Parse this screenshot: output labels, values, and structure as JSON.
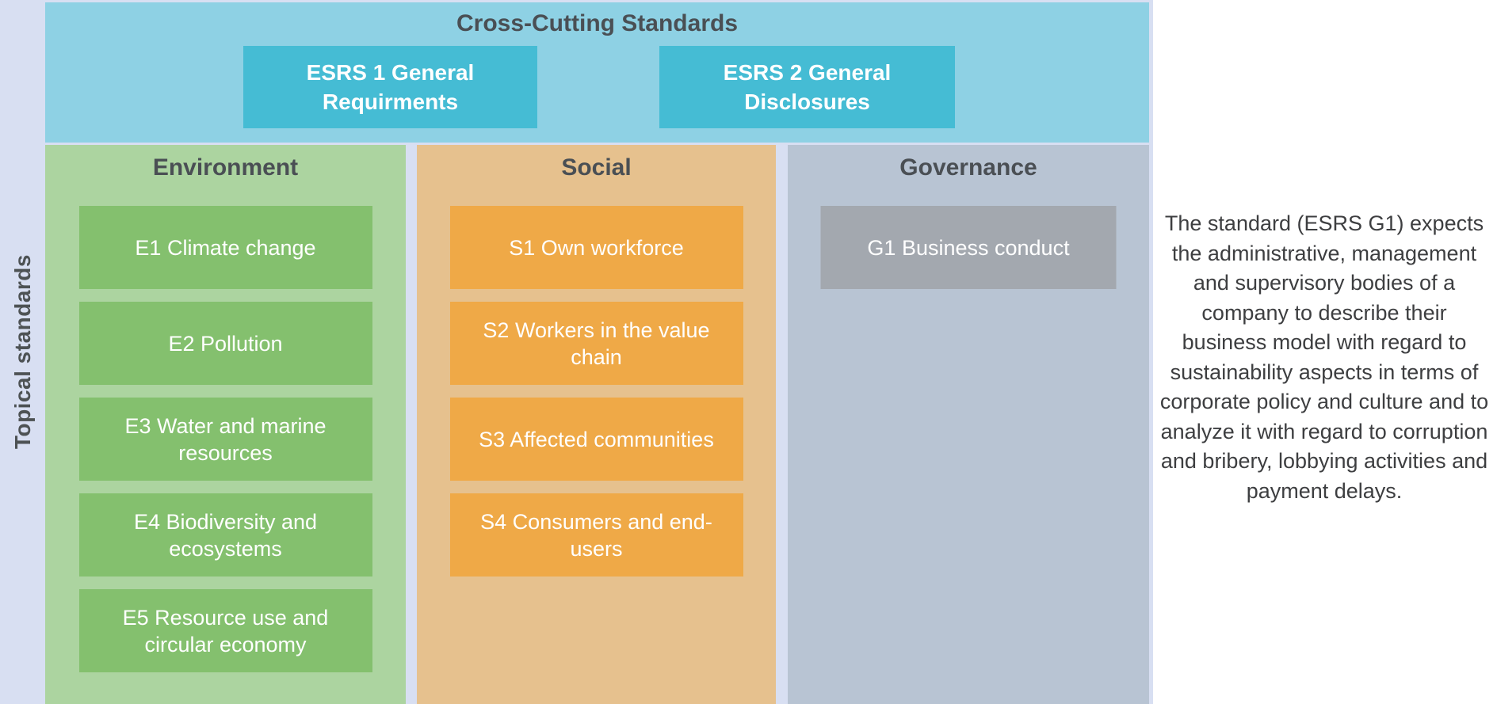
{
  "sidebar": {
    "label": "Topical standards"
  },
  "cross_cutting": {
    "title": "Cross-Cutting Standards",
    "items": [
      {
        "label": "ESRS 1 General Requirments"
      },
      {
        "label": "ESRS 2 General Disclosures"
      }
    ]
  },
  "columns": [
    {
      "header": "Environment",
      "items": [
        "E1 Climate change",
        "E2 Pollution",
        "E3 Water and marine resources",
        "E4 Biodiversity and ecosystems",
        "E5 Resource use and circular economy"
      ]
    },
    {
      "header": "Social",
      "items": [
        "S1 Own workforce",
        "S2 Workers in the value chain",
        "S3 Affected communities",
        "S4 Consumers and end-users"
      ]
    },
    {
      "header": "Governance",
      "items": [
        "G1 Business conduct"
      ]
    }
  ],
  "annotation": {
    "text": "The standard (ESRS G1) expects the administrative, management and supervisory bodies of a company to describe their business model with regard to sustainability aspects in terms of corporate policy and culture and to analyze it with regard to corruption and bribery, lobbying activities and payment delays."
  },
  "colors": {
    "background_gap": "#d8dff2",
    "cross_cutting_bar": "#8ed1e4",
    "esrs_box": "#45bcd4",
    "environment_column": "#acd4a0",
    "environment_box": "#84c06e",
    "social_column": "#e6c18e",
    "social_box": "#efa947",
    "governance_column": "#b8c4d3",
    "governance_box": "#a3a8af",
    "heading_text": "#4a4f54",
    "box_text": "#ffffff",
    "annotation_text": "#3d3e40"
  }
}
